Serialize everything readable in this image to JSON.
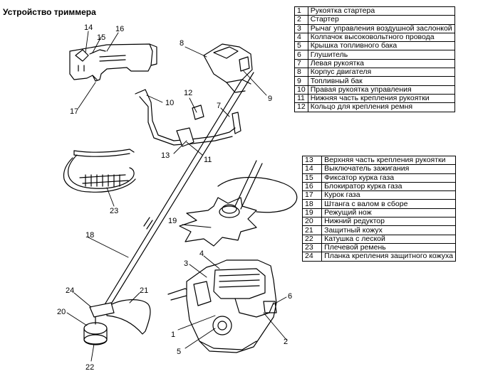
{
  "title": "Устройство триммера",
  "legend_top": [
    {
      "num": "1",
      "text": "Рукоятка стартера"
    },
    {
      "num": "2",
      "text": "Стартер"
    },
    {
      "num": "3",
      "text": "Рычаг управления воздушной заслонкой"
    },
    {
      "num": "4",
      "text": "Колпачок высоковольтного провода"
    },
    {
      "num": "5",
      "text": "Крышка топливного бака"
    },
    {
      "num": "6",
      "text": "Глушитель"
    },
    {
      "num": "7",
      "text": "Левая рукоятка"
    },
    {
      "num": "8",
      "text": "Корпус двигателя"
    },
    {
      "num": "9",
      "text": "Топливный бак"
    },
    {
      "num": "10",
      "text": "Правая рукоятка управления"
    },
    {
      "num": "11",
      "text": "Нижняя часть крепления рукоятки"
    },
    {
      "num": "12",
      "text": "Кольцо для крепления ремня"
    }
  ],
  "legend_bottom": [
    {
      "num": "13",
      "text": "Верхняя часть крепления рукоятки"
    },
    {
      "num": "14",
      "text": "Выключатель зажигания"
    },
    {
      "num": "15",
      "text": "Фиксатор курка газа"
    },
    {
      "num": "16",
      "text": "Блокиратор курка газа"
    },
    {
      "num": "17",
      "text": "Курок газа"
    },
    {
      "num": "18",
      "text": "Штанга с валом в сборе"
    },
    {
      "num": "19",
      "text": "Режущий нож"
    },
    {
      "num": "20",
      "text": "Нижний редуктор"
    },
    {
      "num": "21",
      "text": "Защитный кожух"
    },
    {
      "num": "22",
      "text": "Катушка с леской"
    },
    {
      "num": "23",
      "text": "Плечевой ремень"
    },
    {
      "num": "24",
      "text": "Планка крепления защитного кожуха"
    }
  ],
  "callouts": [
    "1",
    "2",
    "3",
    "4",
    "5",
    "6",
    "7",
    "8",
    "9",
    "10",
    "11",
    "12",
    "13",
    "14",
    "15",
    "16",
    "17",
    "18",
    "19",
    "20",
    "21",
    "22",
    "23",
    "24"
  ]
}
